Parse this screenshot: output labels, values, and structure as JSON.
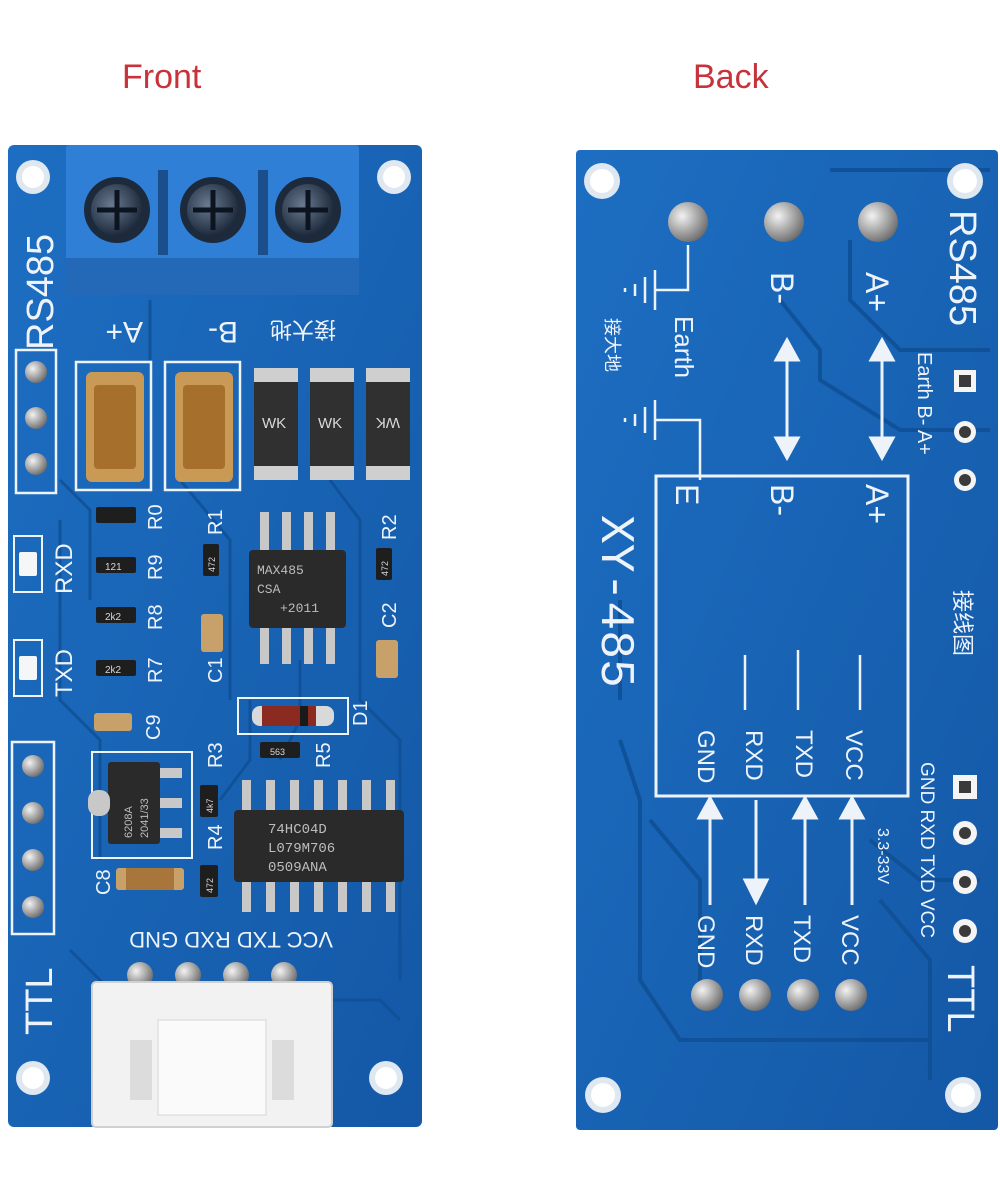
{
  "headings": {
    "front": "Front",
    "back": "Back"
  },
  "colors": {
    "heading": "#c8323a",
    "pcb": "#1a66b8",
    "pcb_dark": "#0f4f94",
    "silk": "#eef3fa",
    "terminal": "#2f7fd6",
    "connector": "#f2f2f2"
  },
  "front": {
    "board_label": "RS485",
    "terminal_labels": [
      "A+",
      "B-",
      "接大地"
    ],
    "refs": [
      "R0",
      "R9",
      "R8",
      "R7",
      "C9",
      "R1",
      "R2",
      "C1",
      "C2",
      "D1",
      "R3",
      "R5",
      "R4",
      "C8"
    ],
    "led_labels": [
      "RXD",
      "TXD"
    ],
    "ic1_lines": [
      "MAX485",
      "CSA",
      "+2011"
    ],
    "ic2_lines": [
      "74HC04D",
      "L079M706",
      "0509ANA"
    ],
    "regulator_lines": [
      "6208A",
      "2041/33"
    ],
    "smd_codes": [
      "121",
      "2k2",
      "2k2",
      "472",
      "472",
      "563",
      "472",
      "4k7"
    ],
    "tvs_marks": [
      "WK",
      "WK",
      "WK"
    ],
    "ttl_label": "TTL",
    "ttl_pins": "VCC TXD RXD GND"
  },
  "back": {
    "board_label": "RS485",
    "model": "XY-485",
    "earth": "Earth",
    "earth_cn": "接大地",
    "pin_labels_top": [
      "B-",
      "A+"
    ],
    "box_labels_top": [
      "E",
      "B-",
      "A+"
    ],
    "box_labels_bottom": [
      "GND",
      "RXD",
      "TXD",
      "VCC"
    ],
    "pad_labels_rs485": "Earth B- A+",
    "wiring_cn": "接线图",
    "ttl_pad_labels": "GND RXD TXD VCC",
    "voltage": "3.3-33V",
    "bottom_labels": [
      "GND",
      "RXD",
      "TXD",
      "VCC"
    ],
    "ttl_label": "TTL"
  }
}
